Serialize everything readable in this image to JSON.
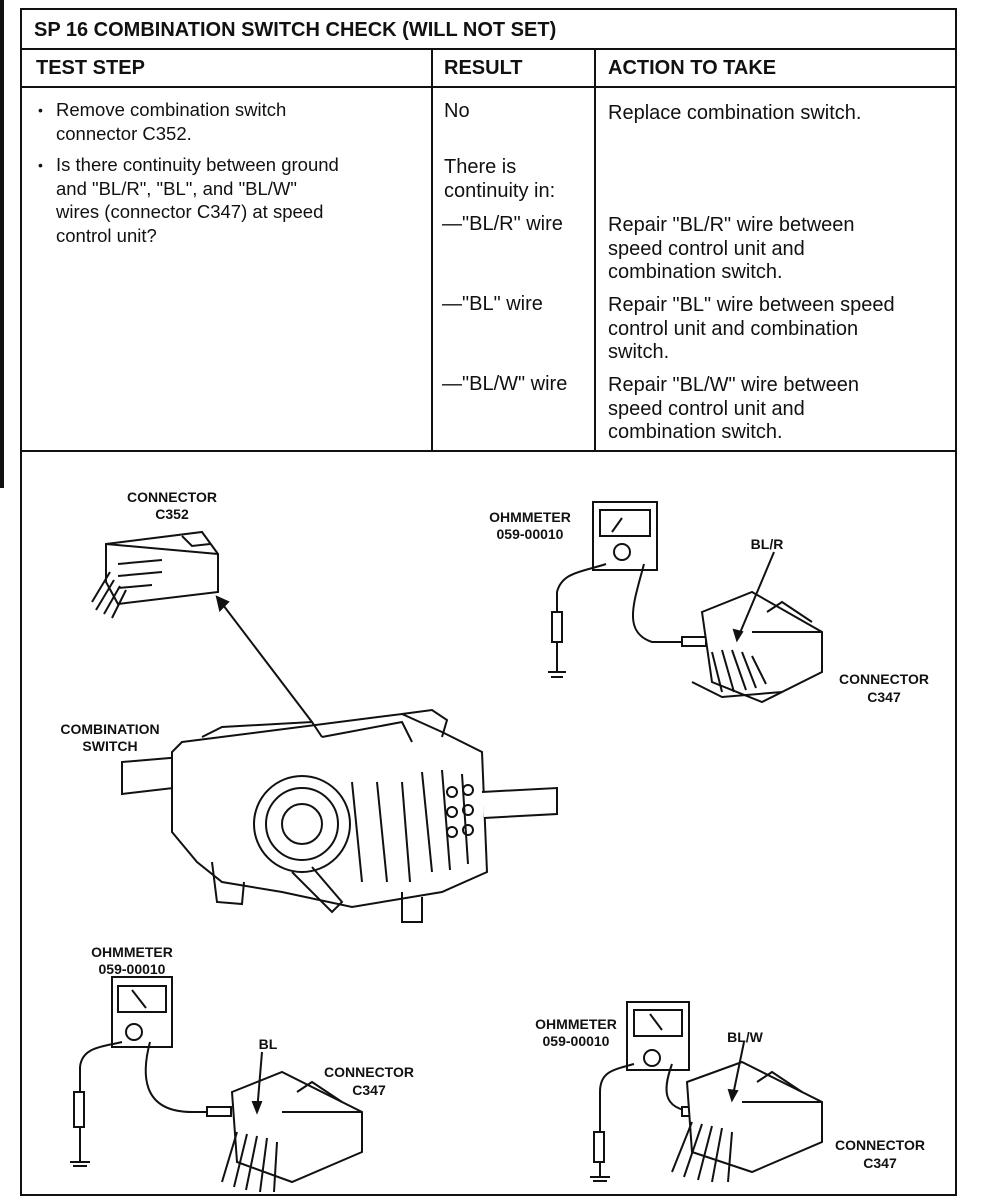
{
  "title": "SP 16   COMBINATION SWITCH CHECK (WILL NOT SET)",
  "headers": {
    "test_step": "TEST STEP",
    "result": "RESULT",
    "action": "ACTION TO TAKE"
  },
  "test_steps": [
    {
      "bullet": "•",
      "lines": [
        "Remove combination switch",
        "connector C352."
      ]
    },
    {
      "bullet": "•",
      "lines": [
        "Is there continuity between ground",
        "and \"BL/R\", \"BL\", and \"BL/W\"",
        "wires (connector C347) at speed",
        "control unit?"
      ]
    }
  ],
  "rows": [
    {
      "result": [
        "No"
      ],
      "action": [
        "Replace combination switch."
      ]
    },
    {
      "result": [
        "There is",
        "continuity in:"
      ],
      "action": []
    },
    {
      "result": [
        "—\"BL/R\" wire"
      ],
      "action": [
        "Repair \"BL/R\" wire between",
        "speed control unit and",
        "combination switch."
      ]
    },
    {
      "result": [
        "—\"BL\" wire"
      ],
      "action": [
        "Repair \"BL\" wire between speed",
        "control unit and combination",
        "switch."
      ]
    },
    {
      "result": [
        "—\"BL/W\" wire"
      ],
      "action": [
        "Repair \"BL/W\" wire between",
        "speed control unit and",
        "combination switch."
      ]
    }
  ],
  "figure": {
    "connector_c352": [
      "CONNECTOR",
      "C352"
    ],
    "combination_switch": [
      "COMBINATION",
      "SWITCH"
    ],
    "ohmmeter_top": [
      "OHMMETER",
      "059-00010"
    ],
    "wire_blr": "BL/R",
    "connector_c347_top": [
      "CONNECTOR",
      "C347"
    ],
    "ohmmeter_left": [
      "OHMMETER",
      "059-00010"
    ],
    "wire_bl": "BL",
    "connector_c347_left": [
      "CONNECTOR",
      "C347"
    ],
    "ohmmeter_right": [
      "OHMMETER",
      "059-00010"
    ],
    "wire_blw": "BL/W",
    "connector_c347_right": [
      "CONNECTOR",
      "C347"
    ]
  }
}
